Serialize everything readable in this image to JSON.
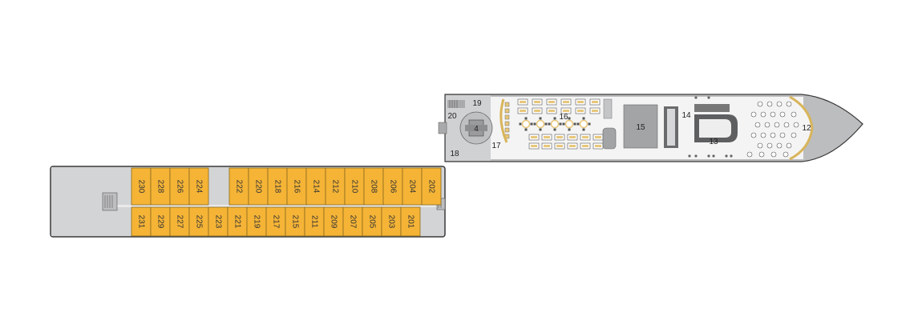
{
  "upper_cabins": [
    "230",
    "228",
    "226",
    "224",
    "222",
    "220",
    "218",
    "216",
    "214",
    "212",
    "210",
    "208",
    "206",
    "204",
    "202"
  ],
  "lower_cabins": [
    "231",
    "229",
    "227",
    "225",
    "223",
    "221",
    "219",
    "217",
    "215",
    "211",
    "209",
    "207",
    "205",
    "203",
    "201"
  ],
  "areas": {
    "a4": "4",
    "a12": "12",
    "a13": "13",
    "a14": "14",
    "a15": "15",
    "a16": "16",
    "a17": "17",
    "a18": "18",
    "a19": "19",
    "a20": "20"
  },
  "colors": {
    "cabin": "#f5b436",
    "deck": "#d7d8da",
    "hull": "#b8b9bb",
    "outline": "#3a3a3a",
    "furniture": "#e8c77a"
  }
}
